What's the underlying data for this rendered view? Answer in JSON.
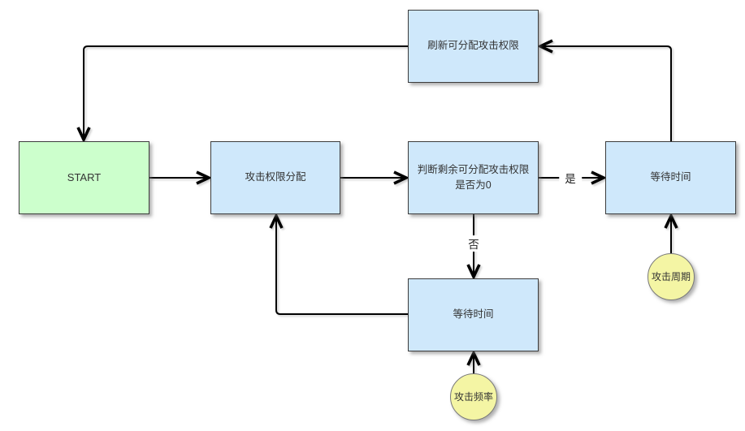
{
  "diagram": {
    "nodes": {
      "refresh": {
        "label": "刷新可分配攻击权限"
      },
      "start": {
        "label": "START"
      },
      "allocate": {
        "label": "攻击权限分配"
      },
      "judge": {
        "label": "判断剩余可分配攻击权限是否为0"
      },
      "wait_right": {
        "label": "等待时间"
      },
      "wait_bottom": {
        "label": "等待时间"
      },
      "cycle": {
        "label": "攻击周期"
      },
      "frequency": {
        "label": "攻击频率"
      }
    },
    "edge_labels": {
      "yes": "是",
      "no": "否"
    },
    "colors": {
      "process_fill": "#cfe8fb",
      "start_fill": "#ccffcc",
      "circle_fill": "#f4f5a4",
      "border": "#3c3c3c",
      "arrow": "#000000"
    }
  }
}
